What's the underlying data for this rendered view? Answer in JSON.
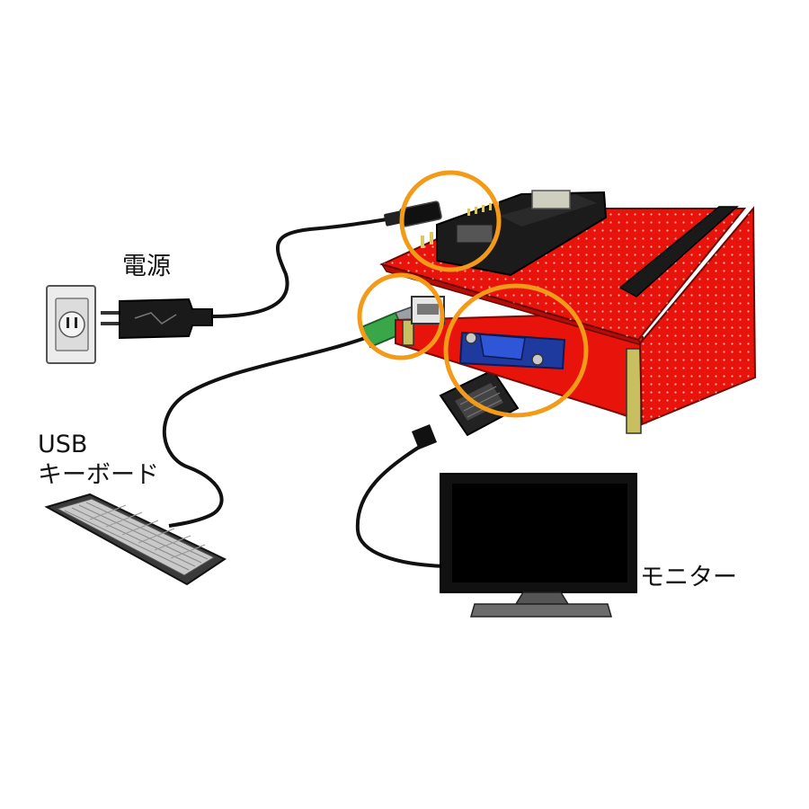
{
  "labels": {
    "power": "電源",
    "keyboard_line1": "USB",
    "keyboard_line2": "キーボード",
    "monitor": "モニター"
  },
  "colors": {
    "board_red": "#e8140c",
    "highlight_orange": "#f39a18",
    "connector_blue": "#1f3a9e",
    "cable_black": "#111111",
    "usb_plug_green": "#3aa64a"
  },
  "highlights": [
    "power-jack",
    "usb-port",
    "vga-port"
  ]
}
